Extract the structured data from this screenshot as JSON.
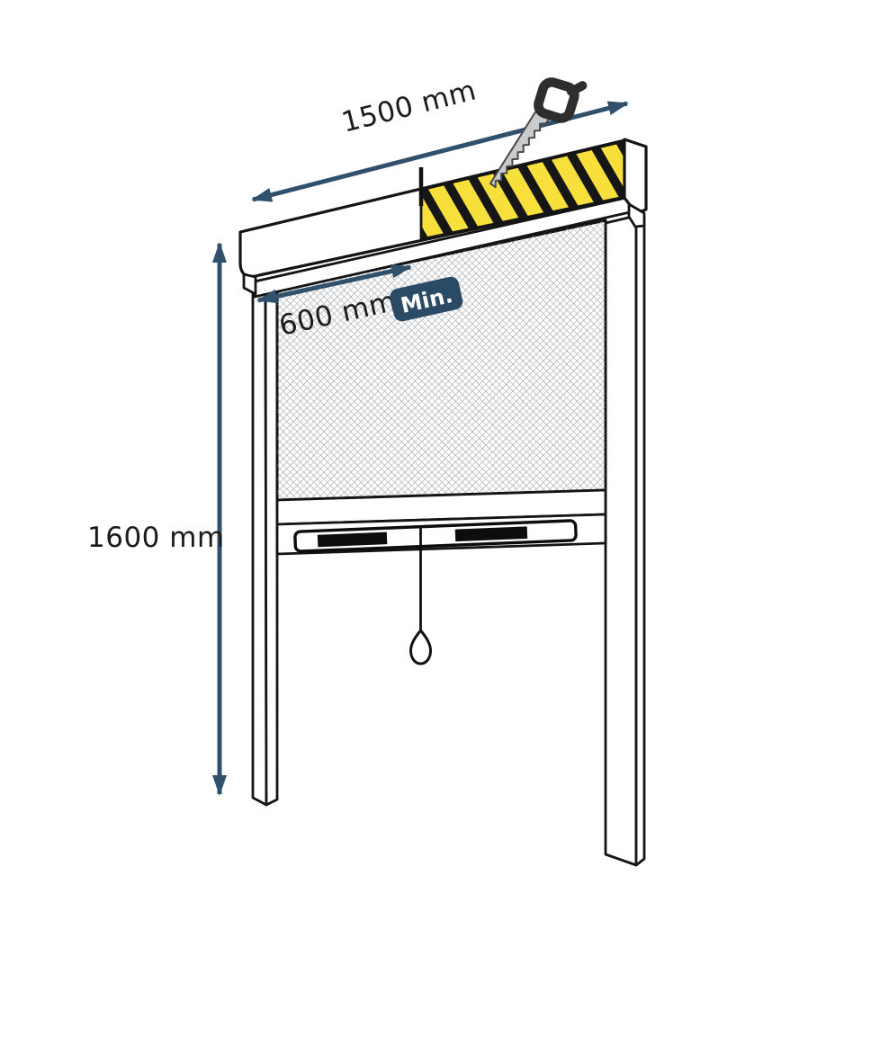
{
  "title": "Roller fly screen cut-to-size dimension diagram",
  "product": "retractable-insect-screen",
  "dimensions": {
    "width_label": "1500 mm",
    "min_label": "600 mm",
    "min_badge": "Min.",
    "height_label": "1600 mm"
  },
  "annotations": {
    "cut_zone": "hazard-striped area of cassette to saw off",
    "cut_mark": "vertical tick at minimum width position"
  },
  "icons": {
    "saw_icon": "hand-saw",
    "cut_zone_icon": "hazard-stripes",
    "pull_cord_icon": "cord-with-ring"
  },
  "colors": {
    "dimension_navy": "#30506B",
    "badge_navy": "#2B4A66",
    "hazard_yellow": "#F8E03C",
    "outline_black": "#141414",
    "mesh_gray": "#b9bcc0",
    "saw_blade_gray": "#C9CBCD",
    "saw_handle_dark": "#2E2E2E"
  }
}
